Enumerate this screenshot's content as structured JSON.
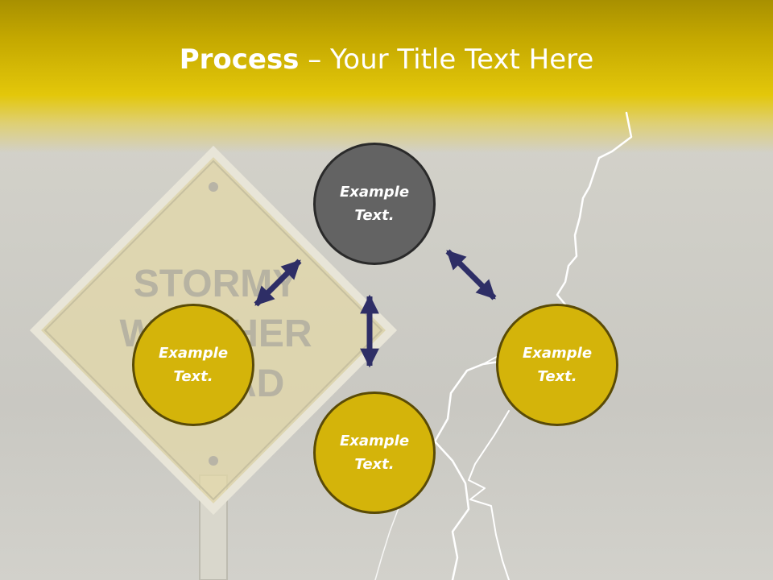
{
  "title": {
    "bold": "Process",
    "rest": " – Your Title Text Here"
  },
  "background_sign": {
    "lines": [
      "STORMY",
      "WEATHER",
      "AHEAD"
    ]
  },
  "nodes": {
    "top": {
      "line1": "Example",
      "line2": "Text."
    },
    "left": {
      "line1": "Example",
      "line2": "Text."
    },
    "right": {
      "line1": "Example",
      "line2": "Text."
    },
    "bottom": {
      "line1": "Example",
      "line2": "Text."
    }
  },
  "colors": {
    "gold": "#d4b40a",
    "gray": "#636363",
    "arrow": "#2e2e66"
  }
}
